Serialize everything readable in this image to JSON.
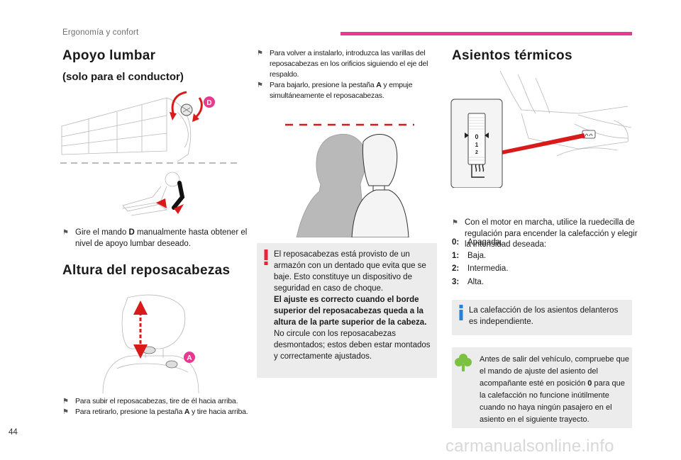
{
  "header": {
    "section": "Ergonomía y confort",
    "accent": "#e8388f"
  },
  "page_number": "44",
  "watermark": "carmanualsonline.info",
  "lumbar": {
    "title": "Apoyo lumbar",
    "subtitle": "(solo para el conductor)",
    "callout_label": "D",
    "bullet_pre": "Gire el mando ",
    "bullet_key": "D",
    "bullet_post": " manualmente hasta obtener el nivel de apoyo lumbar deseado."
  },
  "headrest": {
    "title": "Altura del reposacabezas",
    "callout_label": "A",
    "bullet1": "Para subir el reposacabezas, tire de él hacia arriba.",
    "bullet2_pre": "Para retirarlo, presione la pestaña ",
    "bullet2_key": "A",
    "bullet2_post": " y tire hacia arriba.",
    "bullet3": "Para volver a instalarlo, introduzca las varillas del reposacabezas en los orificios siguiendo el eje del respaldo.",
    "bullet4_pre": "Para bajarlo, presione la pestaña ",
    "bullet4_key": "A",
    "bullet4_post": " y empuje simultáneamente el reposacabezas.",
    "warning": {
      "p1": "El reposacabezas está provisto de un armazón con un dentado que evita que se baje. Esto constituye un dispositivo de seguridad en caso de choque.",
      "p2": "El ajuste es correcto cuando el borde superior del reposacabezas queda a la altura de la parte superior de la cabeza.",
      "p3": "No circule con los reposacabezas desmontados; estos deben estar montados y correctamente ajustados."
    }
  },
  "heated": {
    "title": "Asientos térmicos",
    "wheel_labels": [
      "0",
      "1",
      "2"
    ],
    "bullet": "Con el motor en marcha, utilice la ruedecilla de regulación para encender la calefacción y elegir la intensidad deseada:",
    "levels": [
      {
        "key": "0:",
        "label": "Apagada."
      },
      {
        "key": "1:",
        "label": "Baja."
      },
      {
        "key": "2:",
        "label": "Intermedia."
      },
      {
        "key": "3:",
        "label": "Alta."
      }
    ],
    "info": "La calefacción de los asientos delanteros es independiente.",
    "eco_pre": "Antes de salir del vehículo, compruebe que el mando de ajuste del asiento del acompañante esté en posición ",
    "eco_key": "0",
    "eco_post": " para que la calefacción no funcione inútilmente cuando no haya ningún pasajero en el asiento en el siguiente trayecto."
  },
  "colors": {
    "warning": "#e8243c",
    "info": "#2a7fd4",
    "eco": "#7cc242",
    "box": "#ececec"
  }
}
